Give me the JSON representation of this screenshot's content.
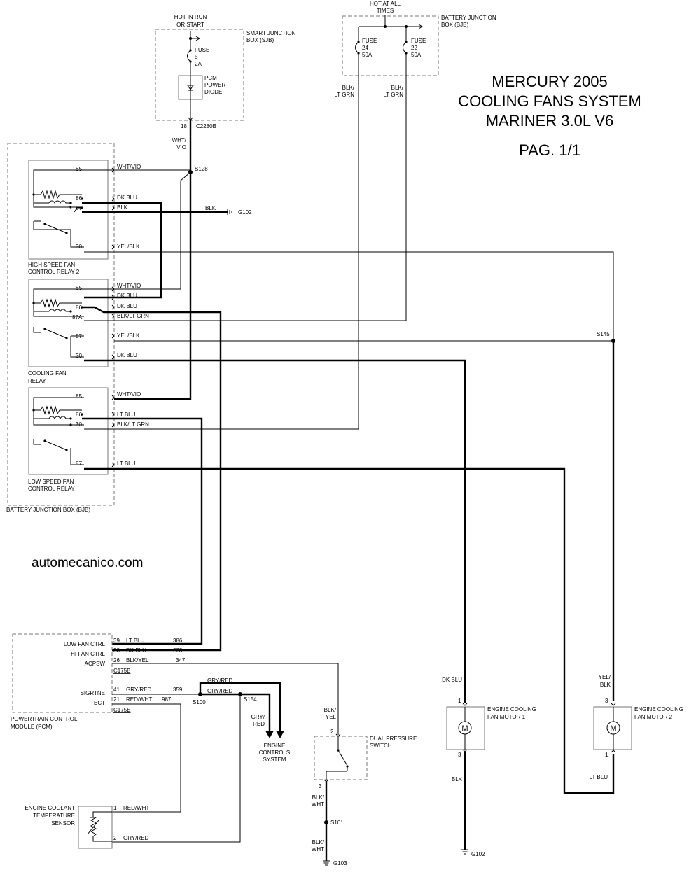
{
  "title": {
    "line1": "MERCURY 2005",
    "line2": "COOLING FANS SYSTEM",
    "line3": "MARINER 3.0L V6",
    "page": "PAG. 1/1"
  },
  "watermark": "automecanico.com",
  "sjb": {
    "hot_label_1": "HOT IN RUN",
    "hot_label_2": "OR START",
    "box_label_1": "SMART JUNCTION",
    "box_label_2": "BOX (SJB)",
    "fuse_1": "FUSE",
    "fuse_2": "5",
    "fuse_3": "2A",
    "diode_1": "PCM",
    "diode_2": "POWER",
    "diode_3": "DIODE",
    "pin": "18",
    "connector": "C2280B",
    "wire_1": "WHT/",
    "wire_2": "VIO"
  },
  "bjb_top": {
    "hot_label_1": "HOT AT ALL",
    "hot_label_2": "TIMES",
    "box_label_1": "BATTERY JUNCTION",
    "box_label_2": "BOX (BJB)",
    "fuse_a_1": "FUSE",
    "fuse_a_2": "24",
    "fuse_a_3": "50A",
    "fuse_b_1": "FUSE",
    "fuse_b_2": "22",
    "fuse_b_3": "50A",
    "wire_a_1": "BLK/",
    "wire_a_2": "LT GRN",
    "wire_b_1": "BLK/",
    "wire_b_2": "LT GRN"
  },
  "splices": {
    "s128": "S128",
    "s145": "S145",
    "s100": "S100",
    "s154": "S154",
    "s101": "S101"
  },
  "grounds": {
    "g102_top": "G102",
    "g102_bottom": "G102",
    "g103": "G103"
  },
  "relay2": {
    "label_1": "HIGH SPEED FAN",
    "label_2": "CONTROL RELAY 2",
    "pins": [
      "85",
      "86",
      "87",
      "30"
    ],
    "wires": [
      "WHT/VIO",
      "DK BLU",
      "BLK",
      "YEL/BLK"
    ],
    "ground_wire": "BLK"
  },
  "relay_cf": {
    "label_1": "COOLING FAN",
    "label_2": "RELAY",
    "pins": [
      "85",
      "86",
      "87A",
      "87",
      "30"
    ],
    "wires": [
      "WHT/VIO",
      "DK BLU",
      "DK BLU",
      "BLK/LT GRN",
      "YEL/BLK",
      "DK BLU"
    ]
  },
  "relay_low": {
    "label_1": "LOW SPEED FAN",
    "label_2": "CONTROL RELAY",
    "pins": [
      "85",
      "86",
      "30",
      "87"
    ],
    "wires": [
      "WHT/VIO",
      "LT BLU",
      "BLK/LT GRN",
      "LT BLU"
    ]
  },
  "bjb_label": "BATTERY JUNCTION BOX (BJB)",
  "pcm": {
    "rows": [
      {
        "name": "LOW FAN CTRL",
        "pin": "39",
        "wire": "LT BLU",
        "circuit": "386"
      },
      {
        "name": "HI FAN CTRL",
        "pin": "38",
        "wire": "DK BLU",
        "circuit": "228"
      },
      {
        "name": "ACPSW",
        "pin": "26",
        "wire": "BLK/YEL",
        "circuit": "347"
      }
    ],
    "connector_1": "C175B",
    "rows2": [
      {
        "name": "SIGRTNE",
        "pin": "41",
        "wire": "GRY/RED",
        "circuit": "359"
      },
      {
        "name": "ECT",
        "pin": "21",
        "wire": "RED/WHT",
        "circuit": "987"
      }
    ],
    "connector_2": "C175E",
    "label_1": "POWERTRAIN CONTROL",
    "label_2": "MODULE (PCM)",
    "wire_up": "GRY/RED",
    "wire_s154": "GRY/RED",
    "wire_v_1": "GRY/",
    "wire_v_2": "RED"
  },
  "ecs": {
    "line1": "ENGINE",
    "line2": "CONTROLS",
    "line3": "SYSTEM"
  },
  "ect": {
    "label_1": "ENGINE COOLANT",
    "label_2": "TEMPERATURE",
    "label_3": "SENSOR",
    "pin1": "1",
    "wire1": "RED/WHT",
    "pin2": "2",
    "wire2": "GRY/RED"
  },
  "dps": {
    "label_1": "DUAL PRESSURE",
    "label_2": "SWITCH",
    "wire_in_1": "BLK/",
    "wire_in_2": "YEL",
    "pin_in": "2",
    "pin_out": "3",
    "wire_out_1": "BLK/",
    "wire_out_2": "WHT",
    "wire_g_1": "BLK/",
    "wire_g_2": "WHT"
  },
  "motor1": {
    "label_1": "ENGINE COOLING",
    "label_2": "FAN MOTOR 1",
    "wire_in": "DK BLU",
    "pin_in": "1",
    "pin_out": "3",
    "wire_out": "BLK",
    "symbol": "M"
  },
  "motor2": {
    "label_1": "ENGINE COOLING",
    "label_2": "FAN MOTOR 2",
    "wire_in_1": "YEL/",
    "wire_in_2": "BLK",
    "pin_in": "3",
    "pin_out": "1",
    "wire_out": "LT BLU",
    "symbol": "M"
  }
}
